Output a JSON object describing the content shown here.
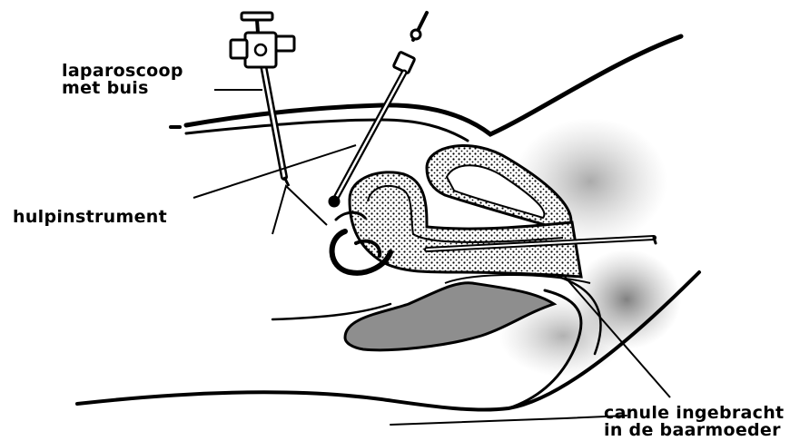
{
  "labels": {
    "laparoscope": [
      "laparoscoop",
      "met buis"
    ],
    "auxiliary_instrument": "hulpinstrument",
    "cannula": [
      "canule ingebracht",
      "in de baarmoeder"
    ]
  },
  "colors": {
    "ink": "#000000",
    "tissue_shade": "#8a8a8a",
    "background": "#ffffff"
  }
}
